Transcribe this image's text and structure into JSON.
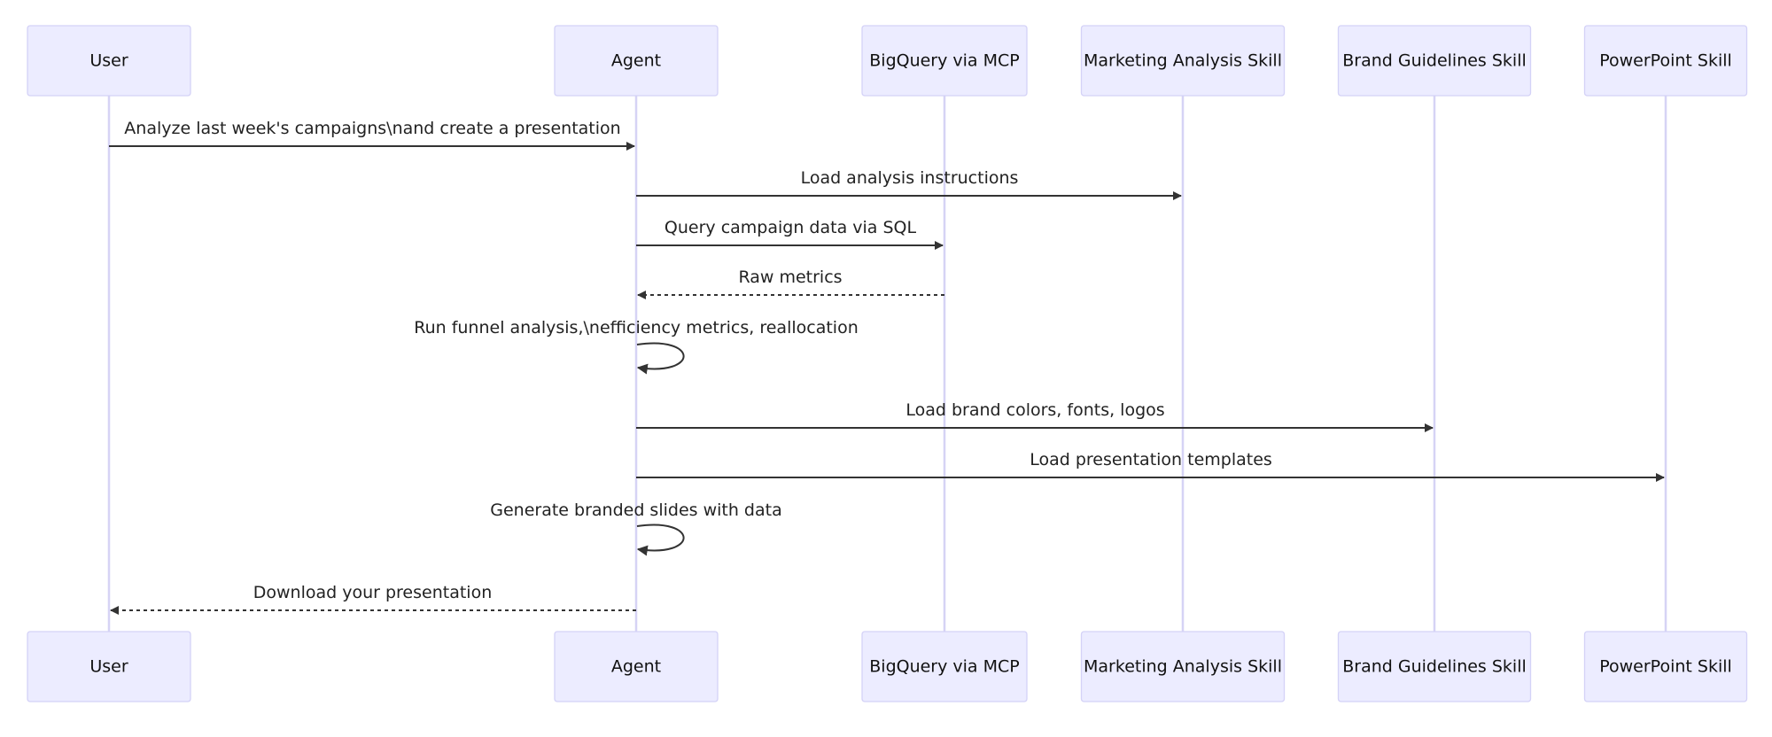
{
  "participants": [
    {
      "id": "user",
      "label": "User"
    },
    {
      "id": "agent",
      "label": "Agent"
    },
    {
      "id": "bigquery",
      "label": "BigQuery via MCP"
    },
    {
      "id": "marketing",
      "label": "Marketing Analysis Skill"
    },
    {
      "id": "brand",
      "label": "Brand Guidelines Skill"
    },
    {
      "id": "powerpoint",
      "label": "PowerPoint Skill"
    }
  ],
  "messages": [
    {
      "from": "user",
      "to": "agent",
      "label": "Analyze last week's campaigns\\nand create a presentation",
      "style": "solid"
    },
    {
      "from": "agent",
      "to": "marketing",
      "label": "Load analysis instructions",
      "style": "solid"
    },
    {
      "from": "agent",
      "to": "bigquery",
      "label": "Query campaign data via SQL",
      "style": "solid"
    },
    {
      "from": "bigquery",
      "to": "agent",
      "label": "Raw metrics",
      "style": "dashed"
    },
    {
      "from": "agent",
      "to": "agent",
      "label": "Run funnel analysis,\\nefficiency metrics, reallocation",
      "style": "self"
    },
    {
      "from": "agent",
      "to": "brand",
      "label": "Load brand colors, fonts, logos",
      "style": "solid"
    },
    {
      "from": "agent",
      "to": "powerpoint",
      "label": "Load presentation templates",
      "style": "solid"
    },
    {
      "from": "agent",
      "to": "agent",
      "label": "Generate branded slides with data",
      "style": "self"
    },
    {
      "from": "agent",
      "to": "user",
      "label": "Download your presentation",
      "style": "dashed"
    }
  ]
}
